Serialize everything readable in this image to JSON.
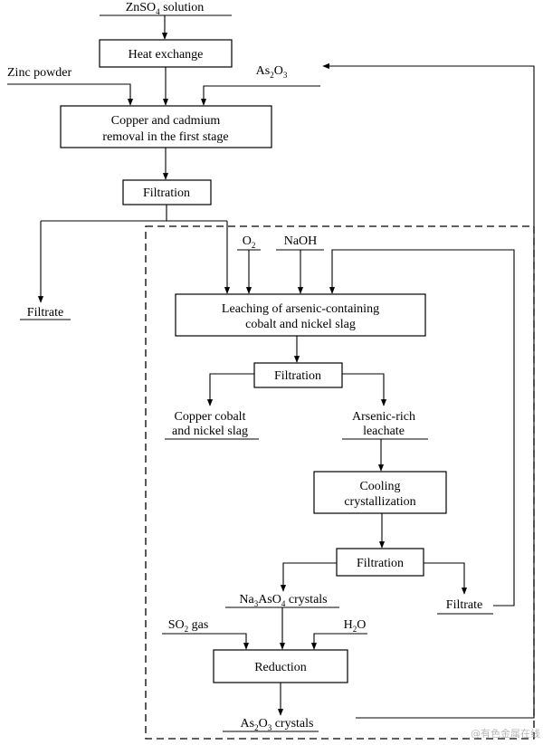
{
  "inputs": {
    "znso4": {
      "pre": "ZnSO",
      "sub": "4",
      "post": " solution"
    },
    "zinc_powder": "Zinc powder",
    "as2o3_in": {
      "a": "As",
      "s1": "2",
      "b": "O",
      "s2": "3"
    },
    "o2": {
      "a": "O",
      "s1": "2"
    },
    "naoh": "NaOH",
    "so2": {
      "a": "SO",
      "s1": "2",
      "b": " gas"
    },
    "h2o": {
      "a": "H",
      "s1": "2",
      "b": "O"
    }
  },
  "boxes": {
    "heat_exchange": "Heat exchange",
    "copper_removal_l1": "Copper and cadmium",
    "copper_removal_l2": "removal in the first stage",
    "filtration_1": "Filtration",
    "leaching_l1": "Leaching of arsenic-containing",
    "leaching_l2": "cobalt and nickel slag",
    "filtration_2": "Filtration",
    "cooling_l1": "Cooling",
    "cooling_l2": "crystallization",
    "filtration_3": "Filtration",
    "reduction": "Reduction"
  },
  "outputs": {
    "filtrate_1": "Filtrate",
    "copper_slag_l1": "Copper cobalt",
    "copper_slag_l2": "and nickel slag",
    "arsenic_leachate_l1": "Arsenic-rich",
    "arsenic_leachate_l2": "leachate",
    "na3aso4": {
      "a": "Na",
      "s1": "3",
      "b": "AsO",
      "s2": "4",
      "c": " crystals"
    },
    "filtrate_2": "Filtrate",
    "as2o3_out": {
      "a": "As",
      "s1": "2",
      "b": "O",
      "s2": "3",
      "c": " crystals"
    }
  },
  "watermark": "@有色金属在线"
}
